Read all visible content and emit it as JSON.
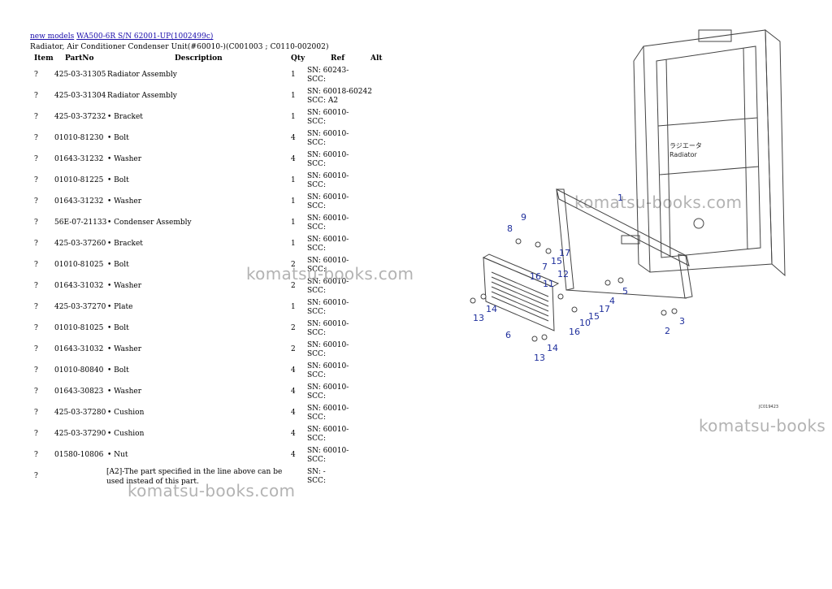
{
  "breadcrumb": {
    "link1": "new models",
    "link2": "WA500-6R S/N 62001-UP(1002499c)"
  },
  "subtitle": "Radiator, Air Conditioner Condenser Unit(#60010-)(C001003 ; C0110-002002)",
  "columns": [
    "Item",
    "PartNo",
    "Description",
    "Qty",
    "Ref",
    "Alt"
  ],
  "rows": [
    {
      "item": "?",
      "part": "425-03-31305",
      "desc": "Radiator Assembly",
      "qty": "1",
      "ref1": "SN: 60243-",
      "ref2": "SCC:"
    },
    {
      "item": "?",
      "part": "425-03-31304",
      "desc": "Radiator Assembly",
      "qty": "1",
      "ref1": "SN: 60018-60242",
      "ref2": "SCC: A2"
    },
    {
      "item": "?",
      "part": "425-03-37232",
      "desc": "• Bracket",
      "qty": "1",
      "ref1": "SN: 60010-",
      "ref2": "SCC:"
    },
    {
      "item": "?",
      "part": "01010-81230",
      "desc": "• Bolt",
      "qty": "4",
      "ref1": "SN: 60010-",
      "ref2": "SCC:"
    },
    {
      "item": "?",
      "part": "01643-31232",
      "desc": "• Washer",
      "qty": "4",
      "ref1": "SN: 60010-",
      "ref2": "SCC:"
    },
    {
      "item": "?",
      "part": "01010-81225",
      "desc": "• Bolt",
      "qty": "1",
      "ref1": "SN: 60010-",
      "ref2": "SCC:"
    },
    {
      "item": "?",
      "part": "01643-31232",
      "desc": "• Washer",
      "qty": "1",
      "ref1": "SN: 60010-",
      "ref2": "SCC:"
    },
    {
      "item": "?",
      "part": "56E-07-21133",
      "desc": "• Condenser Assembly",
      "qty": "1",
      "ref1": "SN: 60010-",
      "ref2": "SCC:"
    },
    {
      "item": "?",
      "part": "425-03-37260",
      "desc": "• Bracket",
      "qty": "1",
      "ref1": "SN: 60010-",
      "ref2": "SCC:"
    },
    {
      "item": "?",
      "part": "01010-81025",
      "desc": "• Bolt",
      "qty": "2",
      "ref1": "SN: 60010-",
      "ref2": "SCC:"
    },
    {
      "item": "?",
      "part": "01643-31032",
      "desc": "• Washer",
      "qty": "2",
      "ref1": "SN: 60010-",
      "ref2": "SCC:"
    },
    {
      "item": "?",
      "part": "425-03-37270",
      "desc": "• Plate",
      "qty": "1",
      "ref1": "SN: 60010-",
      "ref2": "SCC:"
    },
    {
      "item": "?",
      "part": "01010-81025",
      "desc": "• Bolt",
      "qty": "2",
      "ref1": "SN: 60010-",
      "ref2": "SCC:"
    },
    {
      "item": "?",
      "part": "01643-31032",
      "desc": "• Washer",
      "qty": "2",
      "ref1": "SN: 60010-",
      "ref2": "SCC:"
    },
    {
      "item": "?",
      "part": "01010-80840",
      "desc": "• Bolt",
      "qty": "4",
      "ref1": "SN: 60010-",
      "ref2": "SCC:"
    },
    {
      "item": "?",
      "part": "01643-30823",
      "desc": "• Washer",
      "qty": "4",
      "ref1": "SN: 60010-",
      "ref2": "SCC:"
    },
    {
      "item": "?",
      "part": "425-03-37280",
      "desc": "• Cushion",
      "qty": "4",
      "ref1": "SN: 60010-",
      "ref2": "SCC:"
    },
    {
      "item": "?",
      "part": "425-03-37290",
      "desc": "• Cushion",
      "qty": "4",
      "ref1": "SN: 60010-",
      "ref2": "SCC:"
    },
    {
      "item": "?",
      "part": "01580-10806",
      "desc": "• Nut",
      "qty": "4",
      "ref1": "SN: 60010-",
      "ref2": "SCC:"
    }
  ],
  "note_row": {
    "item": "?",
    "line1": "[A2]-The part specified in the line above can be",
    "line2": "used instead of this part.",
    "ref1": "SN: -",
    "ref2": "SCC:"
  },
  "watermarks": {
    "a": "komatsu-books.com",
    "b": "komatsu-books.com",
    "c": "komatsu-books.com",
    "d": "komatsu-books"
  },
  "diagram": {
    "jp_label": "ラジエータ",
    "en_label": "Radiator",
    "code": "JC019423",
    "callouts": [
      "1",
      "2",
      "3",
      "4",
      "5",
      "6",
      "7",
      "8",
      "9",
      "10",
      "11",
      "12",
      "13",
      "13",
      "14",
      "14",
      "15",
      "15",
      "16",
      "16",
      "17",
      "17"
    ]
  }
}
